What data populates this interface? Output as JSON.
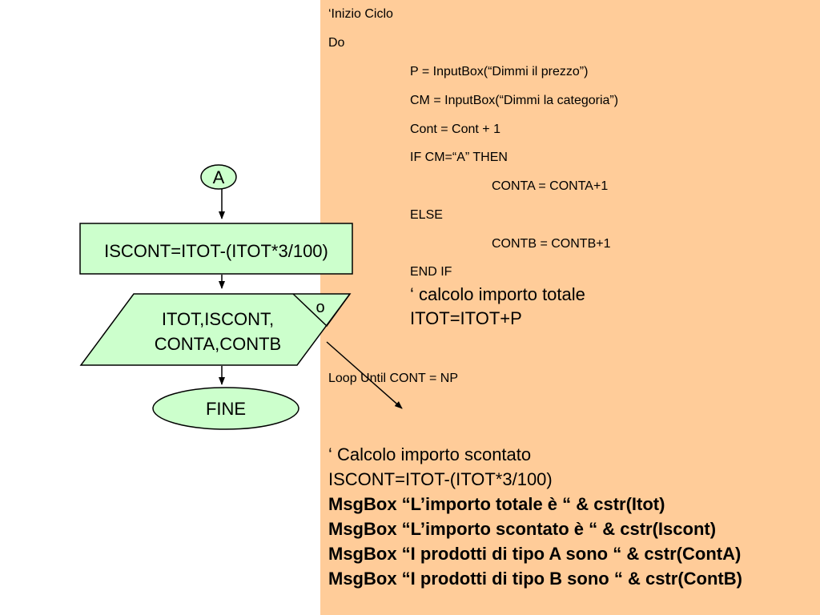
{
  "flowchart": {
    "connector_label": "A",
    "process_text": "ISCONT=ITOT-(ITOT*3/100)",
    "output_lines": [
      "ITOT,ISCONT,",
      "CONTA,CONTB"
    ],
    "output_corner_label": "o",
    "terminal_text": "FINE"
  },
  "code": {
    "lines": [
      "‘Inizio Ciclo",
      "Do",
      "P = InputBox(“Dimmi il prezzo”)",
      "CM = InputBox(“Dimmi la categoria”)",
      "Cont = Cont + 1",
      "IF CM=“A” THEN",
      "CONTA = CONTA+1",
      "ELSE",
      "CONTB = CONTB+1",
      "END IF",
      "‘ calcolo importo totale",
      "ITOT=ITOT+P",
      "Loop Until CONT = NP",
      "‘ Calcolo importo scontato",
      "ISCONT=ITOT-(ITOT*3/100)",
      "MsgBox “L’importo totale è “ & cstr(Itot)",
      "MsgBox “L’importo scontato è “ & cstr(Iscont)",
      "MsgBox “I prodotti di tipo A sono “ & cstr(ContA)",
      "MsgBox “I prodotti di tipo B sono “ & cstr(ContB)"
    ]
  },
  "colors": {
    "code_panel_bg": "#ffcc99",
    "shape_fill": "#ccffcc",
    "stroke": "#000000"
  }
}
